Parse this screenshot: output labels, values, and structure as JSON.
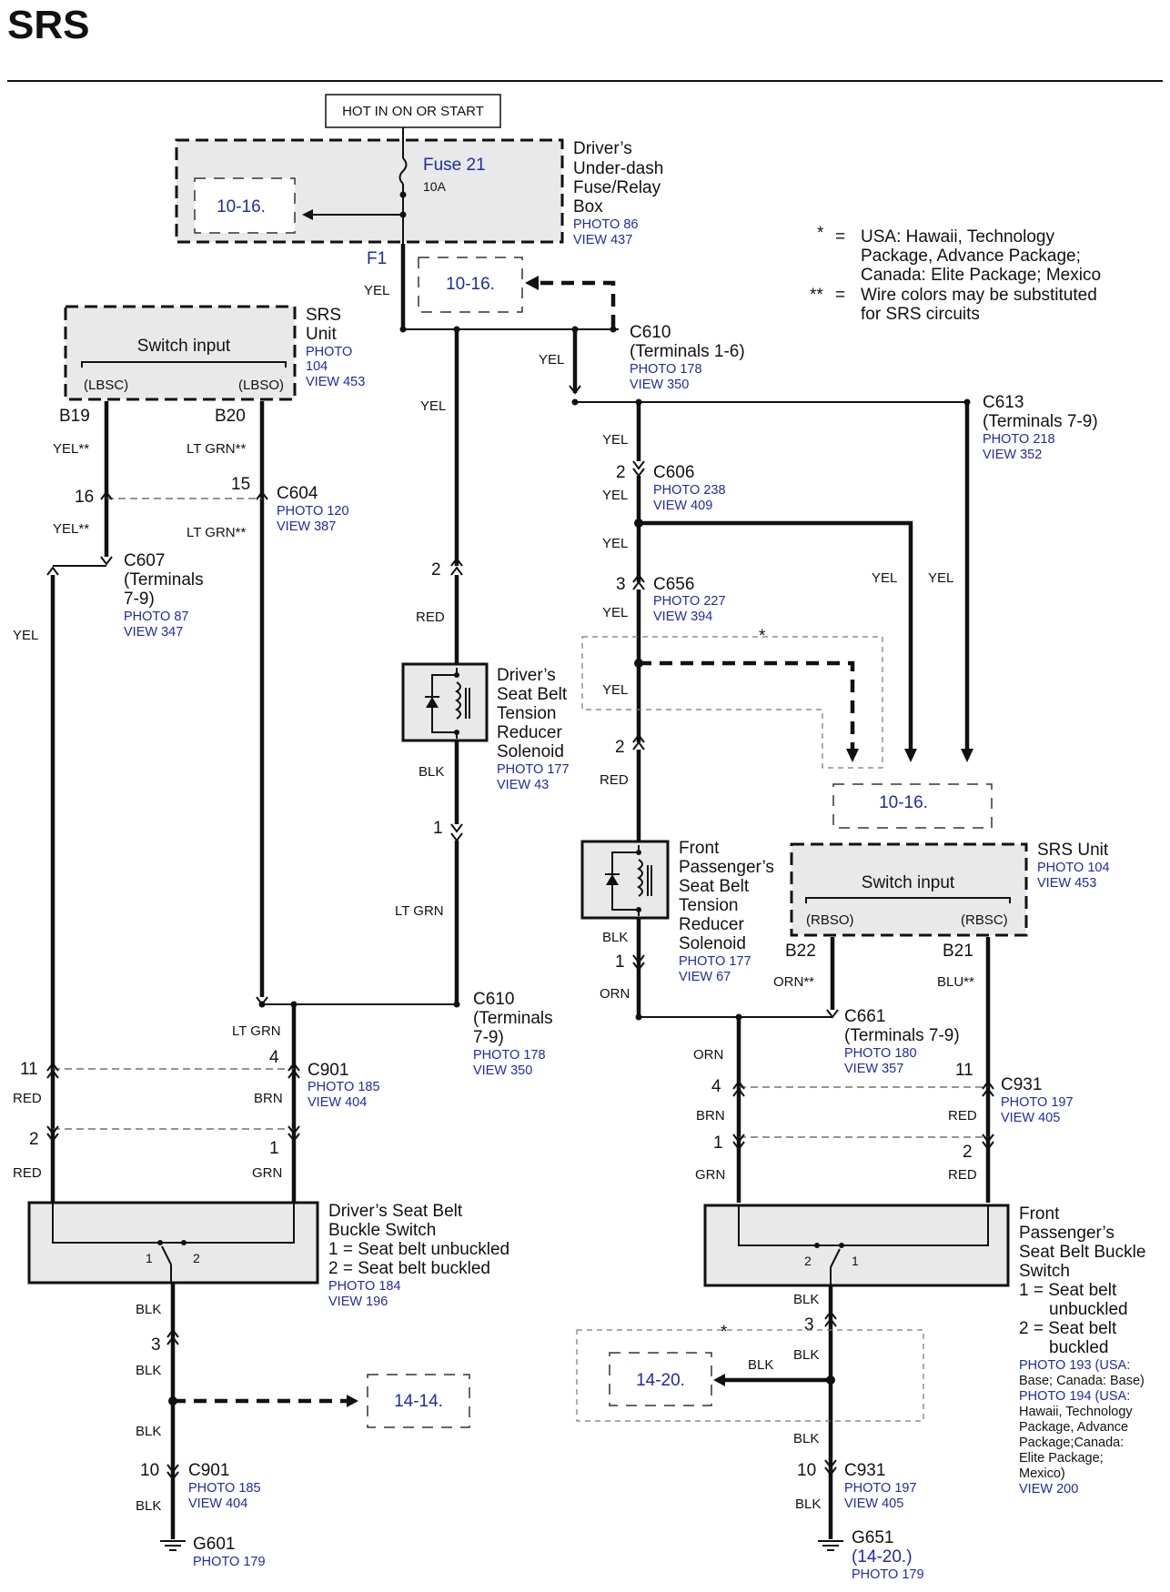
{
  "title": "SRS",
  "power": "HOT IN ON OR START",
  "fuse_box": {
    "fuse": "Fuse 21",
    "rating": "10A",
    "name": [
      "Driver’s",
      "Under-dash",
      "Fuse/Relay",
      "Box"
    ],
    "photo": "PHOTO 86",
    "view": "VIEW 437",
    "terminal": "F1"
  },
  "legend": {
    "star1_sym": "*",
    "star2_sym": "**",
    "eq": "=",
    "star1": [
      "USA: Hawaii, Technology",
      "Package, Advance Package;",
      "Canada: Elite Package; Mexico"
    ],
    "star2": [
      "Wire colors may be substituted",
      "for SRS circuits"
    ]
  },
  "links": {
    "l1016": "10-16.",
    "l1414": "14-14.",
    "l1420": "14-20.",
    "l1420p": "(14-20.)"
  },
  "srs_left": {
    "name": [
      "SRS",
      "Unit"
    ],
    "photo": [
      "PHOTO",
      "104"
    ],
    "view": "VIEW 453",
    "switch": "Switch input",
    "lbsc": "(LBSC)",
    "lbso": "(LBSO)",
    "b19": "B19",
    "b20": "B20"
  },
  "srs_right": {
    "name": "SRS Unit",
    "photo": "PHOTO 104",
    "view": "VIEW 453",
    "switch": "Switch input",
    "rbso": "(RBSO)",
    "rbsc": "(RBSC)",
    "b22": "B22",
    "b21": "B21"
  },
  "wires": {
    "yel": "YEL",
    "yel2": "YEL**",
    "ltgrn2": "LT GRN**",
    "ltgrn": "LT GRN",
    "red": "RED",
    "blk": "BLK",
    "brn": "BRN",
    "grn": "GRN",
    "orn": "ORN",
    "orn2": "ORN**",
    "blu2": "BLU**"
  },
  "connectors": {
    "c610a": {
      "name": "C610",
      "sub": "(Terminals 1-6)",
      "photo": "PHOTO 178",
      "view": "VIEW 350"
    },
    "c613": {
      "name": "C613",
      "sub": "(Terminals 7-9)",
      "photo": "PHOTO 218",
      "view": "VIEW 352"
    },
    "c604": {
      "name": "C604",
      "photo": "PHOTO 120",
      "view": "VIEW 387"
    },
    "c607": {
      "name": "C607",
      "sub1": "(Terminals",
      "sub2": "7-9)",
      "photo": "PHOTO 87",
      "view": "VIEW 347"
    },
    "c606": {
      "name": "C606",
      "photo": "PHOTO 238",
      "view": "VIEW 409"
    },
    "c656": {
      "name": "C656",
      "photo": "PHOTO 227",
      "view": "VIEW 394"
    },
    "c610b": {
      "name": "C610",
      "sub1": "(Terminals",
      "sub2": "7-9)",
      "photo": "PHOTO 178",
      "view": "VIEW 350"
    },
    "c661": {
      "name": "C661",
      "sub": "(Terminals 7-9)",
      "photo": "PHOTO 180",
      "view": "VIEW 357"
    },
    "c901a": {
      "name": "C901",
      "photo": "PHOTO 185",
      "view": "VIEW 404"
    },
    "c931a": {
      "name": "C931",
      "photo": "PHOTO 197",
      "view": "VIEW 405"
    },
    "c901b": {
      "name": "C901",
      "photo": "PHOTO 185",
      "view": "VIEW 404"
    },
    "c931b": {
      "name": "C931",
      "photo": "PHOTO 197",
      "view": "VIEW 405"
    }
  },
  "pins": {
    "p16": "16",
    "p15": "15",
    "p2": "2",
    "p1": "1",
    "p3": "3",
    "p4": "4",
    "p11": "11",
    "p10": "10"
  },
  "drv_solenoid": {
    "name": [
      "Driver’s",
      "Seat Belt",
      "Tension",
      "Reducer",
      "Solenoid"
    ],
    "photo": "PHOTO 177",
    "view": "VIEW 43"
  },
  "pas_solenoid": {
    "name": [
      "Front",
      "Passenger’s",
      "Seat Belt",
      "Tension",
      "Reducer",
      "Solenoid"
    ],
    "photo": "PHOTO 177",
    "view": "VIEW 67"
  },
  "drv_buckle": {
    "name": [
      "Driver’s Seat Belt",
      "Buckle Switch",
      "1 = Seat belt unbuckled",
      "2 = Seat belt buckled"
    ],
    "photo": "PHOTO 184",
    "view": "VIEW 196",
    "s1": "1",
    "s2": "2"
  },
  "pas_buckle": {
    "name": [
      "Front",
      "Passenger’s",
      "Seat Belt Buckle",
      "Switch",
      "1 = Seat belt",
      "unbuckled",
      "2 = Seat belt",
      "buckled"
    ],
    "notes": [
      "PHOTO 193 (USA:",
      "Base; Canada: Base)",
      "PHOTO 194 (USA:",
      "Hawaii, Technology",
      "Package, Advance",
      "Package;Canada:",
      "Elite Package;",
      "Mexico)",
      "VIEW 200"
    ],
    "s1": "1",
    "s2": "2"
  },
  "grounds": {
    "g601": "G601",
    "g601_photo": "PHOTO 179",
    "g651": "G651",
    "g651_photo": "PHOTO 179"
  },
  "star": "*"
}
